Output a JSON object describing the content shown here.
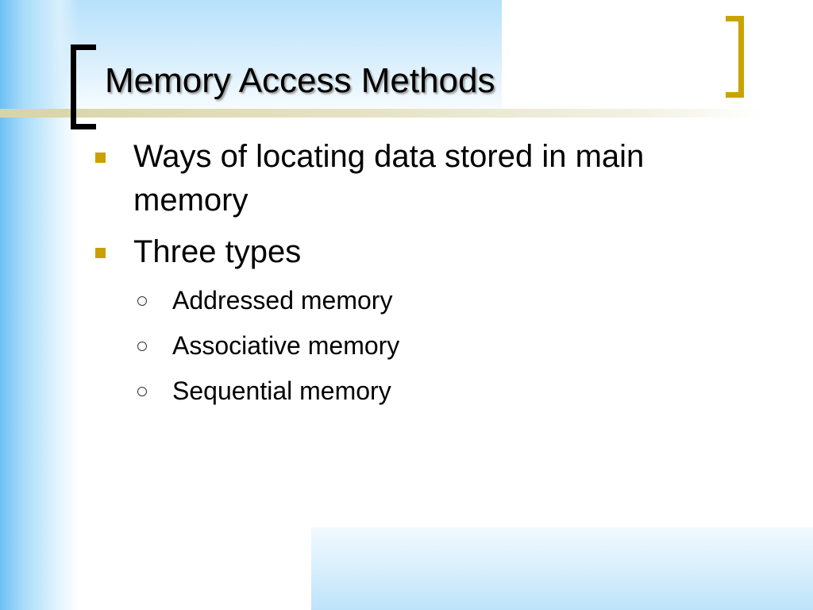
{
  "slide": {
    "title": "Memory Access Methods",
    "bullets": [
      {
        "line1": "Ways of locating data stored in main",
        "line2": "memory"
      },
      {
        "line1": "Three types"
      }
    ],
    "sub_bullets": [
      "Addressed memory",
      "Associative memory",
      "Sequential memory"
    ]
  },
  "colors": {
    "accent_gold": "#c9a400",
    "bracket_left": "#000000",
    "background_blue": "#6ec0f4"
  }
}
